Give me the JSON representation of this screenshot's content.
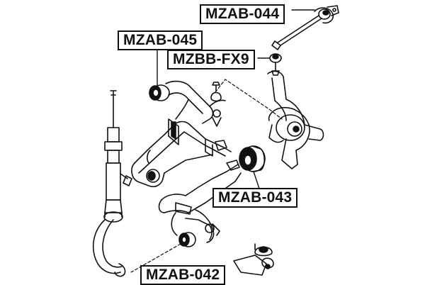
{
  "labels": {
    "mzab_044": "MZAB-044",
    "mzab_045": "MZAB-045",
    "mzbb_fx9": "MZBB-FX9",
    "mzab_043": "MZAB-043",
    "mzab_042": "MZAB-042"
  },
  "colors": {
    "line": "#111111",
    "bushing_fill": "#111111",
    "background": "#ffffff"
  }
}
